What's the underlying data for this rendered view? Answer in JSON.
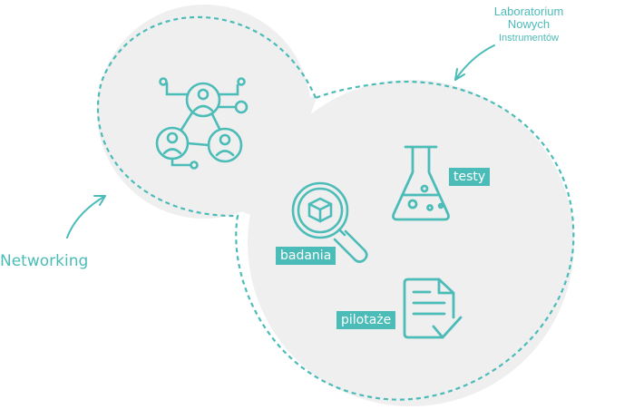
{
  "labels": {
    "lab_line1": "Laboratorium",
    "lab_line2": "Nowych",
    "lab_line3": "Instrumentów",
    "networking": "Networking",
    "testy": "testy",
    "badania": "badania",
    "pilotaze": "pilotaże"
  },
  "icons": [
    "network-people-icon",
    "magnifier-cube-icon",
    "flask-icon",
    "checklist-document-icon",
    "curved-arrow-icon"
  ],
  "colors": {
    "accent": "#4bbcb8",
    "bubble_fill": "#efefef",
    "tag_text": "#ffffff"
  }
}
